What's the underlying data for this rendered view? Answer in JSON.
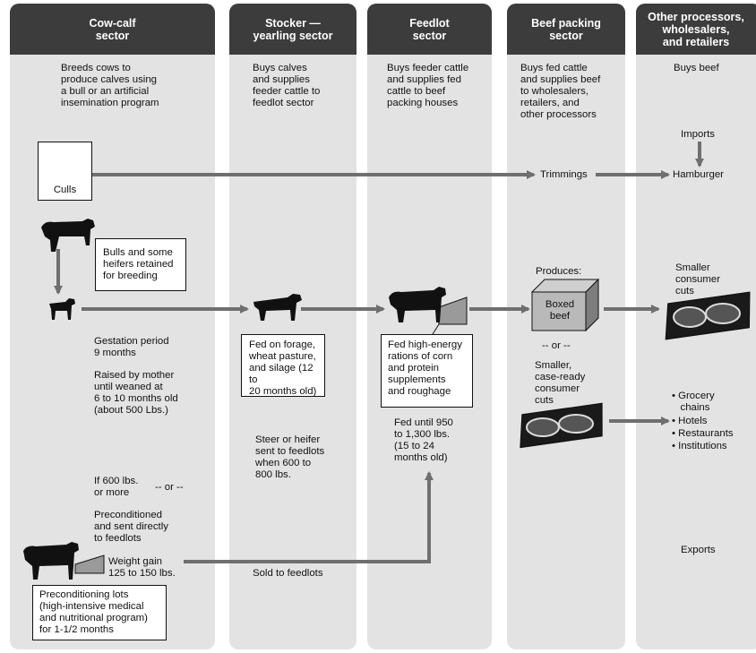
{
  "columns": [
    {
      "title": "Cow-calf\nsector",
      "desc": "Breeds cows to\nproduce calves using\na bull or an artificial\ninsemination program"
    },
    {
      "title": "Stocker —\nyearling sector",
      "desc": "Buys calves\nand supplies\nfeeder cattle to\nfeedlot sector"
    },
    {
      "title": "Feedlot\nsector",
      "desc": "Buys feeder cattle\nand supplies fed\ncattle to beef\npacking houses"
    },
    {
      "title": "Beef packing\nsector",
      "desc": "Buys fed cattle\nand supplies beef\nto wholesalers,\nretailers, and\nother processors"
    },
    {
      "title": "Other processors,\nwholesalers,\nand retailers",
      "desc": "Buys beef"
    }
  ],
  "cowcalf": {
    "culls": "Culls",
    "bulls_box": "Bulls and some\nheifers retained\nfor breeding",
    "gestation": "Gestation period\n9 months",
    "raised": "Raised by mother\nuntil weaned at\n6 to 10 months old\n(about 500 Lbs.)",
    "if600": "If 600 lbs.\nor more",
    "or1": "-- or --",
    "precond": "Preconditioned\nand sent directly\nto feedlots",
    "weight_gain": "Weight gain\n125 to 150 lbs.",
    "precond_box": "Preconditioning lots\n(high-intensive medical\nand nutritional program)\nfor 1-1/2 months"
  },
  "stocker": {
    "fed_box": "Fed on forage,\nwheat pasture,\nand silage (12 to\n20 months old)",
    "steer": "Steer or heifer\nsent to feedlots\nwhen 600 to\n800 lbs.",
    "sold": "Sold to feedlots"
  },
  "feedlot": {
    "fed_box": "Fed high-energy\nrations of corn\nand protein\nsupplements\nand roughage",
    "fed_until": "Fed until 950\nto 1,300 lbs.\n(15 to 24\nmonths old)"
  },
  "packing": {
    "trimmings": "Trimmings",
    "produces": "Produces:",
    "boxed_beef": "Boxed\nbeef",
    "or2": "-- or --",
    "case_ready": "Smaller,\ncase-ready\nconsumer\ncuts"
  },
  "retail": {
    "imports": "Imports",
    "hamburger": "Hamburger",
    "smaller_cuts": "Smaller\nconsumer\ncuts",
    "outlets": [
      "• Grocery\n   chains",
      "• Hotels",
      "• Restaurants",
      "• Institutions"
    ],
    "exports": "Exports"
  },
  "colors": {
    "header_bg": "#3c3c3c",
    "column_bg": "#e3e3e3",
    "arrow": "#6f6f6f",
    "animal": "#111111"
  }
}
